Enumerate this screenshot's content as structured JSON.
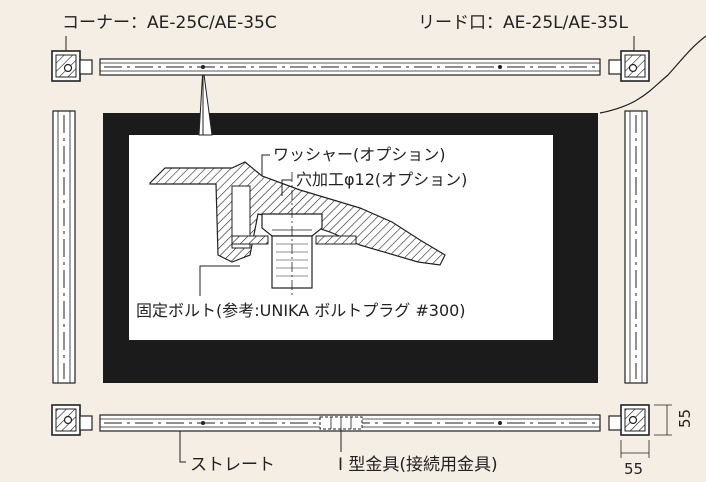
{
  "labels": {
    "corner": "コーナー：AE-25C/AE-35C",
    "lead_outlet": "リード口：AE-25L/AE-35L",
    "washer": "ワッシャー(オプション)",
    "drilling": "穴加工φ12(オプション)",
    "anchor_bolt": "固定ボルト(参考:UNIKA ボルトプラグ #300)",
    "straight": "ストレート",
    "joint_fitting": "I 型金具(接続用金具)",
    "dim_width": "55",
    "dim_height": "55"
  },
  "colors": {
    "background": "#f4eee4",
    "mat": "#1b1b1b",
    "line": "#222222"
  }
}
